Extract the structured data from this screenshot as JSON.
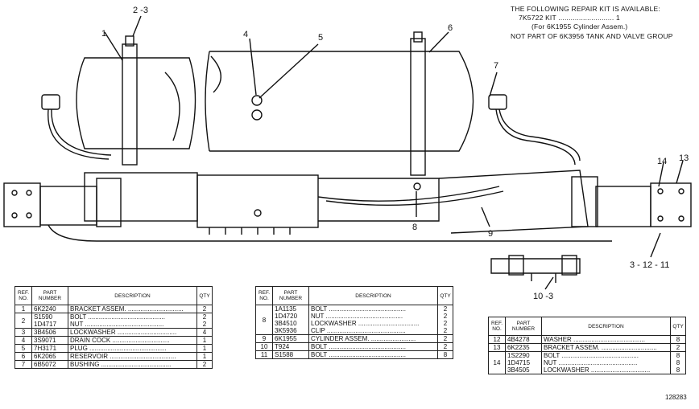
{
  "notes": {
    "line1": "THE FOLLOWING REPAIR KIT IS AVAILABLE:",
    "line2": "7K5722 KIT ........................... 1",
    "line3": "(For 6K1955 Cylinder Assem.)",
    "line4": "NOT PART OF 6K3956 TANK AND VALVE GROUP"
  },
  "callouts": {
    "c1": "1",
    "c2": "2 -3",
    "c4": "4",
    "c5": "5",
    "c6": "6",
    "c7": "7",
    "c8": "8",
    "c9": "9",
    "c10": "10 -3",
    "c13": "13",
    "c14": "14",
    "c3_12_11": "3 - 12 - 11"
  },
  "headers": {
    "ref": "REF. NO.",
    "part": "PART NUMBER",
    "desc": "DESCRIPTION",
    "qty": "QTY"
  },
  "table1": [
    {
      "ref": [
        "1"
      ],
      "pn": [
        "6K2240"
      ],
      "desc": [
        "BRACKET ASSEM. ..............................."
      ],
      "qty": [
        "2"
      ]
    },
    {
      "ref": [
        "2"
      ],
      "pn": [
        "S1590",
        "1D4717"
      ],
      "desc": [
        "BOLT ...........................................",
        "NUT ............................................"
      ],
      "qty": [
        "2",
        "2"
      ]
    },
    {
      "ref": [
        "3"
      ],
      "pn": [
        "3B4506"
      ],
      "desc": [
        "LOCKWASHER ................................."
      ],
      "qty": [
        "4"
      ]
    },
    {
      "ref": [
        "4"
      ],
      "pn": [
        "3S9071"
      ],
      "desc": [
        "DRAIN COCK ................................"
      ],
      "qty": [
        "1"
      ]
    },
    {
      "ref": [
        "5"
      ],
      "pn": [
        "7H3171"
      ],
      "desc": [
        "PLUG ..........................................."
      ],
      "qty": [
        "1"
      ]
    },
    {
      "ref": [
        "6"
      ],
      "pn": [
        "6K2065"
      ],
      "desc": [
        "RESERVOIR ....................................."
      ],
      "qty": [
        "1"
      ]
    },
    {
      "ref": [
        "7"
      ],
      "pn": [
        "6B5072"
      ],
      "desc": [
        "BUSHING ......................................."
      ],
      "qty": [
        "2"
      ]
    }
  ],
  "table2": [
    {
      "ref": [
        "8"
      ],
      "pn": [
        "1A1135",
        "1D4720",
        "3B4510",
        "3K5936"
      ],
      "desc": [
        "BOLT ...........................................",
        "NUT ...........................................",
        "LOCKWASHER ..................................",
        "CLIP ............................................"
      ],
      "qty": [
        "2",
        "2",
        "2",
        "2"
      ]
    },
    {
      "ref": [
        "9"
      ],
      "pn": [
        "6K1955"
      ],
      "desc": [
        "CYLINDER ASSEM. ........................."
      ],
      "qty": [
        "2"
      ]
    },
    {
      "ref": [
        "10"
      ],
      "pn": [
        "T924"
      ],
      "desc": [
        "BOLT ..........................................."
      ],
      "qty": [
        "2"
      ]
    },
    {
      "ref": [
        "11"
      ],
      "pn": [
        "S1588"
      ],
      "desc": [
        "BOLT ..........................................."
      ],
      "qty": [
        "8"
      ]
    }
  ],
  "table3": [
    {
      "ref": [
        "12"
      ],
      "pn": [
        "4B4278"
      ],
      "desc": [
        "WASHER ........................................"
      ],
      "qty": [
        "8"
      ]
    },
    {
      "ref": [
        "13"
      ],
      "pn": [
        "6K2235"
      ],
      "desc": [
        "BRACKET ASSEM. ..............................."
      ],
      "qty": [
        "2"
      ]
    },
    {
      "ref": [
        "14"
      ],
      "pn": [
        "1S2290",
        "1D4715",
        "3B4505"
      ],
      "desc": [
        "BOLT ...........................................",
        "NUT ............................................",
        "LOCKWASHER ................................."
      ],
      "qty": [
        "8",
        "8",
        "8"
      ]
    }
  ],
  "drawing_number": "128283"
}
